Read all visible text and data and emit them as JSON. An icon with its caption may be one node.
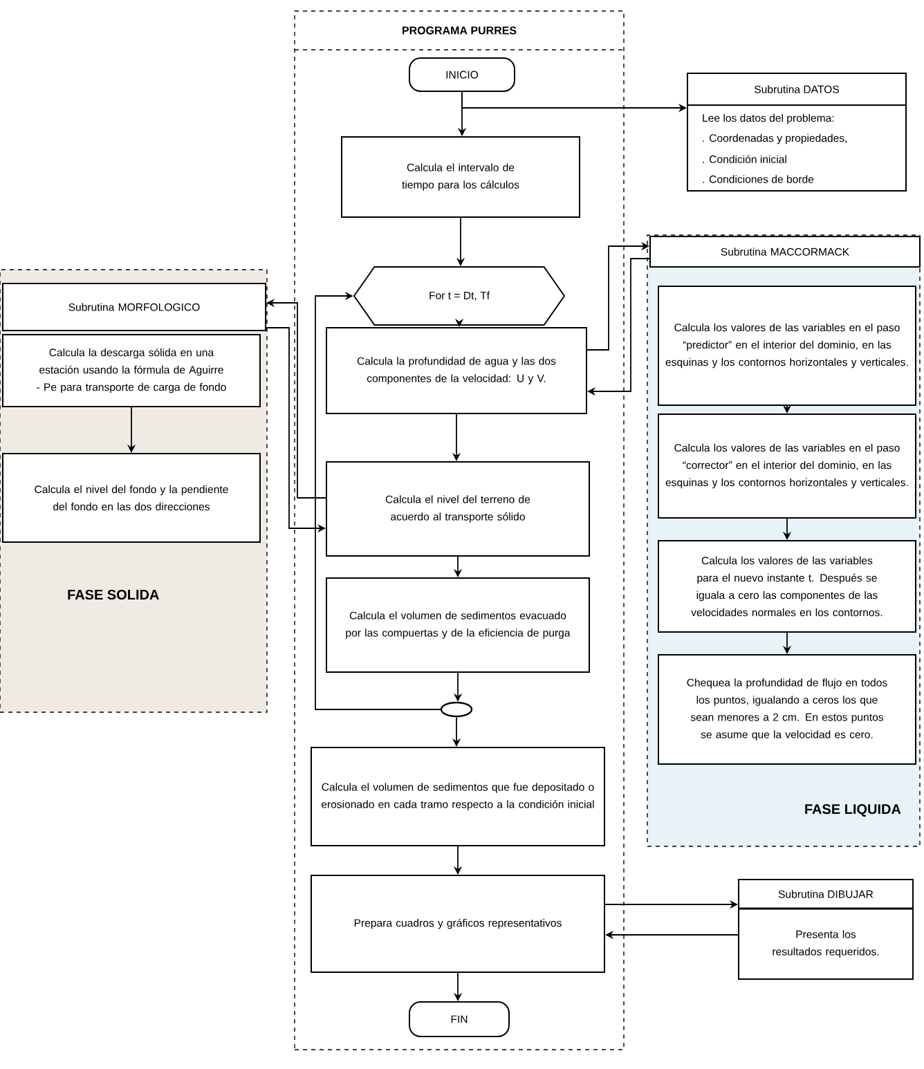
{
  "diagram": {
    "nodes": [
      {
        "text": [
          "PROGRAMA PURRES"
        ]
      },
      {
        "text": [
          "INICIO"
        ],
        "in": 0
      },
      {
        "text": [
          "Calcula el intervalo de tiempo para los cálculos"
        ],
        "in": 0
      },
      {
        "text": [
          "For t = Dt, Tf"
        ],
        "in": 0
      },
      {
        "text": [
          "Calcula  la profundidad de agua y las dos componentes de la velocidad: U y V."
        ],
        "in": 0
      },
      {
        "text": [
          "Calcula el nivel del terreno de acuerdo al transporte sólido"
        ],
        "in": 0
      },
      {
        "text": [
          "Calcula el volumen de sedimentos evacuado por las compuertas y de la eficiencia de purga"
        ],
        "in": 0
      },
      {
        "text": [],
        "shape": "ellipse",
        "in": 0
      },
      {
        "text": [
          "Calcula el volumen de sedimentos que fue depositado o erosionado en cada tramo respecto a la condición inicial"
        ],
        "in": 0
      },
      {
        "text": [
          "Prepara cuadros y gráficos representativos"
        ],
        "in": 0
      },
      {
        "text": [
          "FIN"
        ],
        "in": 0
      },
      {
        "text": [
          "Subrutina DATOS",
          "Lee los datos del problema:",
          ". Coordenadas y propiedades,",
          ". Condición inicial",
          ". Condiciones de borde"
        ]
      },
      {
        "text": [
          "FASE SOLIDA"
        ]
      },
      {
        "text": [
          "Subrutina MORFOLOGICO"
        ],
        "in": 12
      },
      {
        "text": [
          "Calcula la descarga sólida en una estación usando la fórmula de Aguirre - Pe para transporte de carga de fondo"
        ],
        "in": 12
      },
      {
        "text": [
          "Calcula el nivel del fondo y la pendiente del fondo en las dos direcciones"
        ],
        "in": 12
      },
      {
        "text": [
          "FASE LIQUIDA"
        ]
      },
      {
        "text": [
          "Subrutina MACCORMACK"
        ],
        "in": 16
      },
      {
        "text": [
          "Calcula  los valores de las variables en el paso “predictor” en el interior del dominio, en las esquinas y los contornos horizontales y verticales."
        ],
        "in": 16
      },
      {
        "text": [
          "Calcula  los valores de las variables en el paso “corrector” en el interior del dominio, en las esquinas y los contornos horizontales y verticales."
        ],
        "in": 16
      },
      {
        "text": [
          "Calcula los valores de las variables para el nuevo instante t.  Después se iguala a cero las componentes de las velocidades normales en los contornos."
        ],
        "in": 16
      },
      {
        "text": [
          "Chequea la profundidad de flujo en todos los puntos, igualando a ceros los que sean menores a 2 cm.  En estos puntos se asume que la velocidad es cero."
        ],
        "in": 16
      },
      {
        "text": [
          "Subrutina DIBUJAR",
          "Presenta los resultados requeridos."
        ]
      }
    ],
    "edges": [
      {
        "from": 1,
        "to": 2,
        "arrow": "to"
      },
      {
        "from": 1,
        "to": 11,
        "arrow": "to"
      },
      {
        "from": 2,
        "to": 3,
        "arrow": "to"
      },
      {
        "from": 3,
        "to": 4,
        "arrow": "to"
      },
      {
        "from": 4,
        "to": 5,
        "arrow": "to"
      },
      {
        "from": 5,
        "to": 6,
        "arrow": "to"
      },
      {
        "from": 6,
        "to": 7,
        "arrow": "to"
      },
      {
        "from": 7,
        "to": 8,
        "arrow": "to"
      },
      {
        "from": 8,
        "to": 9,
        "arrow": "to"
      },
      {
        "from": 9,
        "to": 10,
        "arrow": "to"
      },
      {
        "from": 7,
        "to": 3,
        "arrow": "to"
      },
      {
        "from": 5,
        "to": 13,
        "arrow": "to"
      },
      {
        "from": 13,
        "to": 5,
        "arrow": "to"
      },
      {
        "from": 4,
        "to": 17,
        "arrow": "to"
      },
      {
        "from": 17,
        "to": 4,
        "arrow": "to"
      },
      {
        "from": 14,
        "to": 15,
        "arrow": "to"
      },
      {
        "from": 18,
        "to": 19,
        "arrow": "to"
      },
      {
        "from": 19,
        "to": 20,
        "arrow": "to"
      },
      {
        "from": 20,
        "to": 21,
        "arrow": "to"
      },
      {
        "from": 9,
        "to": 22,
        "arrow": "to"
      },
      {
        "from": 22,
        "to": 9,
        "arrow": "to"
      }
    ]
  }
}
